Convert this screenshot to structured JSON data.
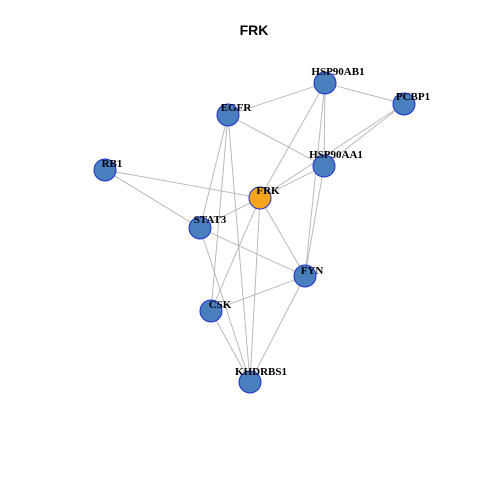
{
  "title": "FRK",
  "colors": {
    "center_node": "#f7a51c",
    "node": "#4a7fbe",
    "node_border": "#1e2fd0",
    "edge": "#b4b4b4"
  },
  "nodes": [
    {
      "id": "FRK",
      "label": "FRK",
      "center": true
    },
    {
      "id": "HSP90AB1",
      "label": "HSP90AB1"
    },
    {
      "id": "PCBP1",
      "label": "PCBP1"
    },
    {
      "id": "EGFR",
      "label": "EGFR"
    },
    {
      "id": "HSP90AA1",
      "label": "HSP90AA1"
    },
    {
      "id": "RB1",
      "label": "RB1"
    },
    {
      "id": "STAT3",
      "label": "STAT3"
    },
    {
      "id": "FYN",
      "label": "FYN"
    },
    {
      "id": "CSK",
      "label": "CSK"
    },
    {
      "id": "KHDRBS1",
      "label": "KHDRBS1"
    }
  ],
  "edges": [
    [
      "EGFR",
      "HSP90AB1"
    ],
    [
      "EGFR",
      "HSP90AA1"
    ],
    [
      "EGFR",
      "STAT3"
    ],
    [
      "EGFR",
      "CSK"
    ],
    [
      "EGFR",
      "KHDRBS1"
    ],
    [
      "HSP90AB1",
      "PCBP1"
    ],
    [
      "HSP90AB1",
      "HSP90AA1"
    ],
    [
      "HSP90AB1",
      "FRK"
    ],
    [
      "HSP90AB1",
      "FYN"
    ],
    [
      "PCBP1",
      "FRK"
    ],
    [
      "PCBP1",
      "HSP90AA1"
    ],
    [
      "HSP90AA1",
      "FRK"
    ],
    [
      "HSP90AA1",
      "FYN"
    ],
    [
      "RB1",
      "FRK"
    ],
    [
      "RB1",
      "STAT3"
    ],
    [
      "FRK",
      "STAT3"
    ],
    [
      "FRK",
      "FYN"
    ],
    [
      "FRK",
      "CSK"
    ],
    [
      "FRK",
      "KHDRBS1"
    ],
    [
      "STAT3",
      "FYN"
    ],
    [
      "STAT3",
      "KHDRBS1"
    ],
    [
      "FYN",
      "CSK"
    ],
    [
      "FYN",
      "KHDRBS1"
    ],
    [
      "CSK",
      "KHDRBS1"
    ]
  ]
}
